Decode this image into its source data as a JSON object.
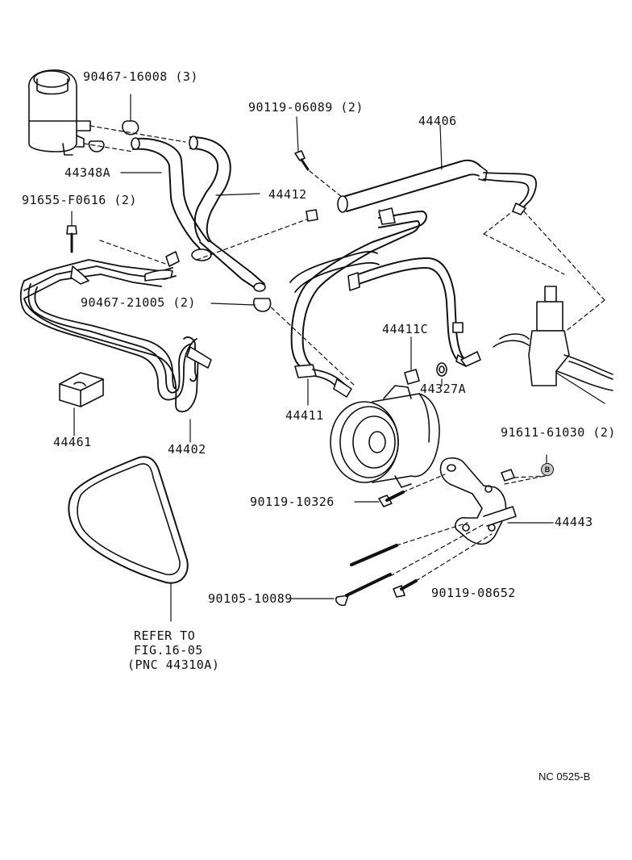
{
  "labels": {
    "p90467_16008": "90467-16008 (3)",
    "p90119_06089": "90119-06089 (2)",
    "p44406": "44406",
    "p44348A": "44348A",
    "p44412": "44412",
    "p91655_F0616": "91655-F0616 (2)",
    "p90467_21005": "90467-21005 (2)",
    "p44411C": "44411C",
    "p44327A": "44327A",
    "p44411": "44411",
    "p44461": "44461",
    "p44402": "44402",
    "p91611_61030": "91611-61030 (2)",
    "p90119_10326": "90119-10326",
    "p44443": "44443",
    "p90105_10089": "90105-10089",
    "p90119_08652": "90119-08652"
  },
  "badge": "B",
  "reference_note": [
    "REFER TO",
    "FIG.16-05",
    "(PNC 44310A)"
  ],
  "figure_code": "NC 0525-B"
}
